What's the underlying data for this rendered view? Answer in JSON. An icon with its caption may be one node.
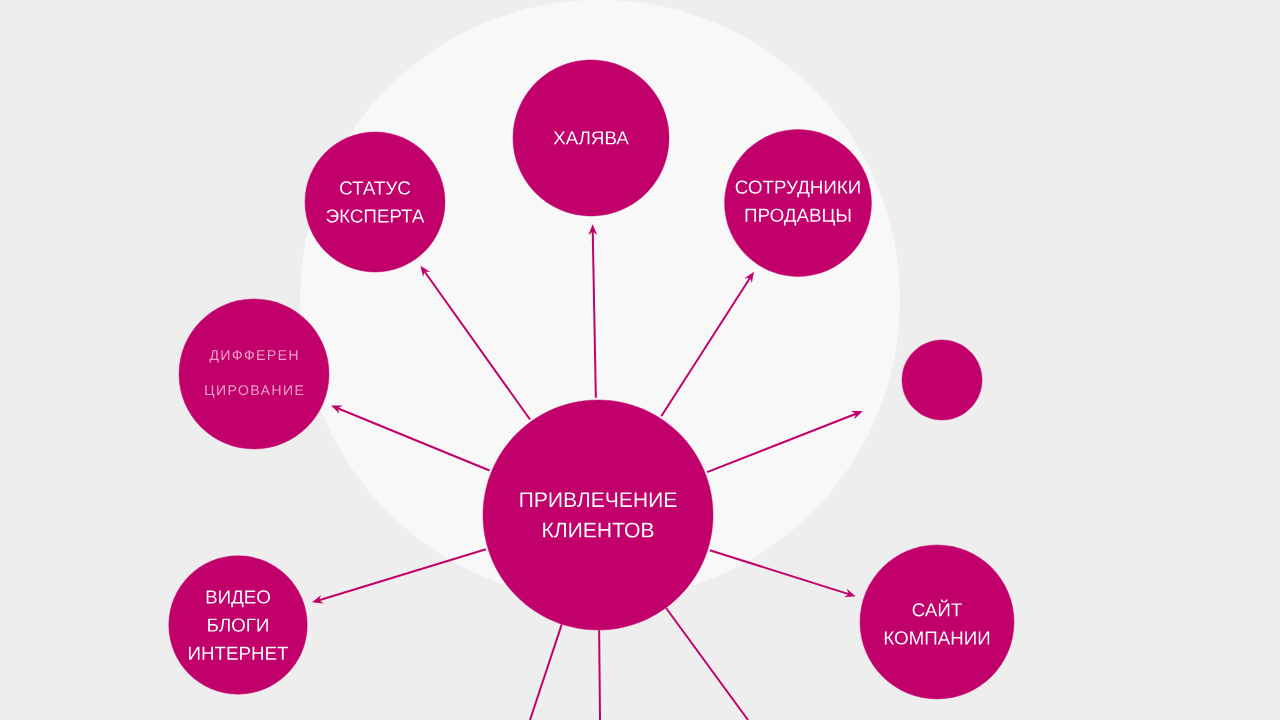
{
  "diagram": {
    "nodes": [
      {
        "text": [
          "ПРИВЛЕЧЕНИЕ КЛИЕНТОВ"
        ]
      },
      {
        "text": [
          "ДИФФЕРЕН ЦИРОВАНИЕ"
        ]
      },
      {
        "text": [
          "СТАТУС ЭКСПЕРТА"
        ]
      },
      {
        "text": [
          "ХАЛЯВА"
        ]
      },
      {
        "text": [
          "СОТРУДНИКИ ПРОДАВЦЫ"
        ]
      },
      {
        "text": [],
        "shape": "circle"
      },
      {
        "text": [
          "ВИДЕО БЛОГИ ИНТЕРНЕТ"
        ]
      },
      {
        "text": [
          "САЙТ КОМПАНИИ"
        ]
      }
    ],
    "edges": [
      {
        "from": 0,
        "to": 1,
        "arrow": "to"
      },
      {
        "from": 0,
        "to": 2,
        "arrow": "to"
      },
      {
        "from": 0,
        "to": 3,
        "arrow": "to"
      },
      {
        "from": 0,
        "to": 4,
        "arrow": "to"
      },
      {
        "from": 0,
        "to": 5,
        "arrow": "to"
      },
      {
        "from": 0,
        "to": 6,
        "arrow": "to"
      },
      {
        "from": 0,
        "to": 7,
        "arrow": "to"
      },
      {
        "from": 0,
        "to": null,
        "arrow": "none"
      },
      {
        "from": 0,
        "to": null,
        "arrow": "none"
      },
      {
        "from": 0,
        "to": null,
        "arrow": "none"
      }
    ]
  }
}
